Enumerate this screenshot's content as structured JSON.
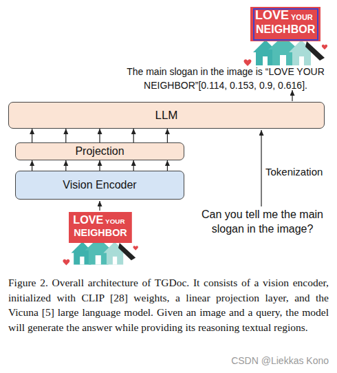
{
  "diagram": {
    "caption": "Figure 2. Overall architecture of TGDoc. It consists of a vision encoder, initialized with CLIP [28] weights, a linear projection layer, and the Vicuna [5] large language model. Given an image and a query, the model will generate the answer while providing its reasoning textual regions.",
    "nodes": [
      {
        "text": [
          "LLM"
        ]
      },
      {
        "text": [
          "Projection"
        ]
      },
      {
        "text": [
          "Vision Encoder"
        ]
      }
    ],
    "edges": [
      {
        "from": 2,
        "to": 1,
        "arrow": "to"
      },
      {
        "from": 2,
        "to": 1,
        "arrow": "to"
      },
      {
        "from": 2,
        "to": 1,
        "arrow": "to"
      },
      {
        "from": 2,
        "to": 1,
        "arrow": "to"
      },
      {
        "from": 2,
        "to": 1,
        "arrow": "to"
      },
      {
        "from": 1,
        "to": 0,
        "arrow": "to"
      },
      {
        "from": 1,
        "to": 0,
        "arrow": "to"
      },
      {
        "from": 1,
        "to": 0,
        "arrow": "to"
      },
      {
        "from": 1,
        "to": 0,
        "arrow": "to"
      },
      {
        "from": 1,
        "to": 0,
        "arrow": "to"
      }
    ],
    "labels": [
      "LOVE",
      "YOUR",
      "NEIGHBOR",
      "The main slogan in the image is “LOVE YOUR NEIGHBOR”[0.114, 0.153, 0.9, 0.616].",
      "Tokenization",
      "Can you tell me the main slogan in the image?",
      "LOVE",
      "YOUR",
      "NEIGHBOR",
      "CSDN @Liekkas Kono"
    ]
  }
}
